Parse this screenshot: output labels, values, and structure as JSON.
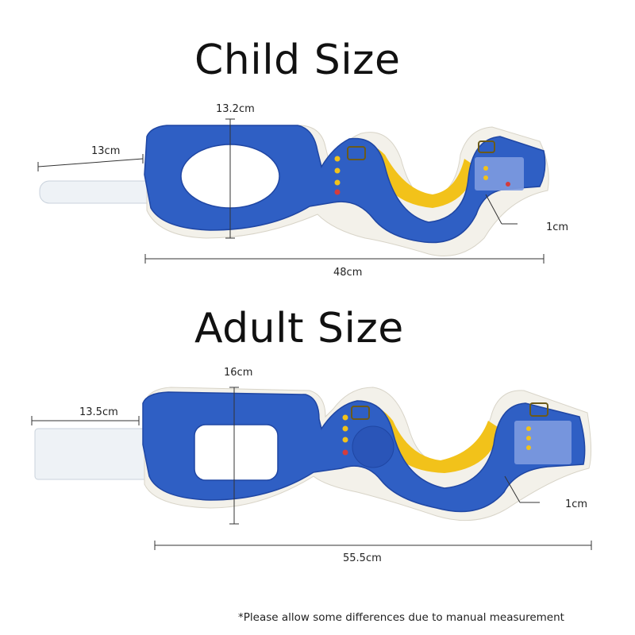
{
  "child": {
    "title": "Child Size",
    "height": "13.2cm",
    "strap": "13cm",
    "width": "48cm",
    "padding": "1cm"
  },
  "adult": {
    "title": "Adult Size",
    "height": "16cm",
    "strap": "13.5cm",
    "width": "55.5cm",
    "padding": "1cm"
  },
  "note": "*Please allow some differences due to manual measurement",
  "colors": {
    "shell": "#2f5fc4",
    "shell_dark": "#1f46a3",
    "foam": "#f3f1ea",
    "yellow": "#f2c21a",
    "strap": "#eef2f6",
    "line": "#333333"
  }
}
